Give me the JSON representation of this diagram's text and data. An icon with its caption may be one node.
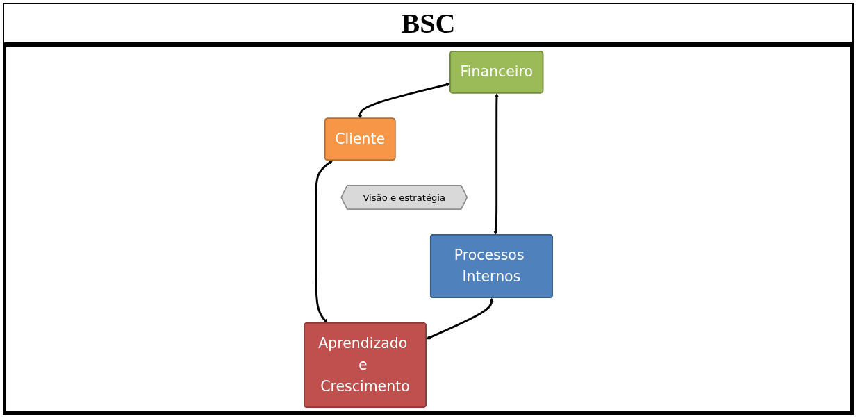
{
  "diagram": {
    "title": "BSC",
    "nodes": [
      {
        "text": [
          "Financeiro"
        ]
      },
      {
        "text": [
          "Cliente"
        ]
      },
      {
        "text": [
          "Visão e estratégia"
        ]
      },
      {
        "text": [
          "Processos Internos"
        ]
      },
      {
        "text": [
          "Aprendizado e Crescimento"
        ]
      }
    ],
    "edges": [
      {
        "from": 0,
        "to": 1,
        "arrow": "both"
      },
      {
        "from": 0,
        "to": 3,
        "arrow": "both"
      },
      {
        "from": 1,
        "to": 4,
        "arrow": "both"
      },
      {
        "from": 3,
        "to": 4,
        "arrow": "both"
      }
    ]
  }
}
